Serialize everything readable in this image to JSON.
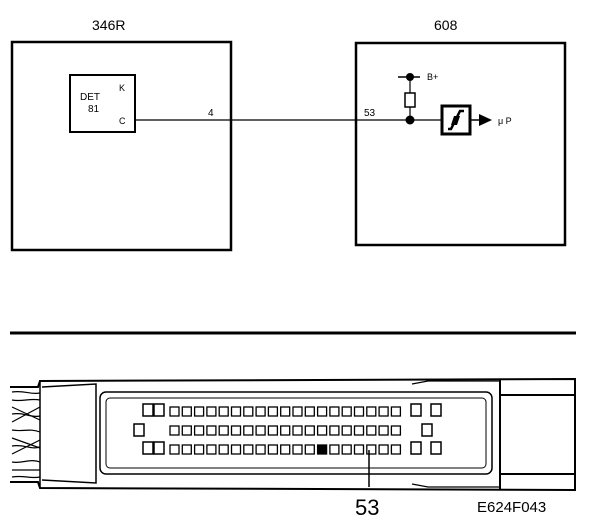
{
  "diagram": {
    "components": {
      "left": {
        "code": "346R",
        "sensor_line1": "DET",
        "sensor_line2": "81",
        "pin_k": "K",
        "pin_c": "C"
      },
      "right": {
        "code": "608",
        "supply": "B+",
        "output": "μ P"
      }
    },
    "wire": {
      "from_pin": "4",
      "to_pin": "53"
    },
    "connector": {
      "callout": "53",
      "rows": 3,
      "pins_per_row": 19,
      "highlight_row": 3,
      "highlight_pin": 13
    },
    "reference": "E624F043",
    "colors": {
      "ink": "#000000",
      "paper": "#ffffff"
    }
  }
}
